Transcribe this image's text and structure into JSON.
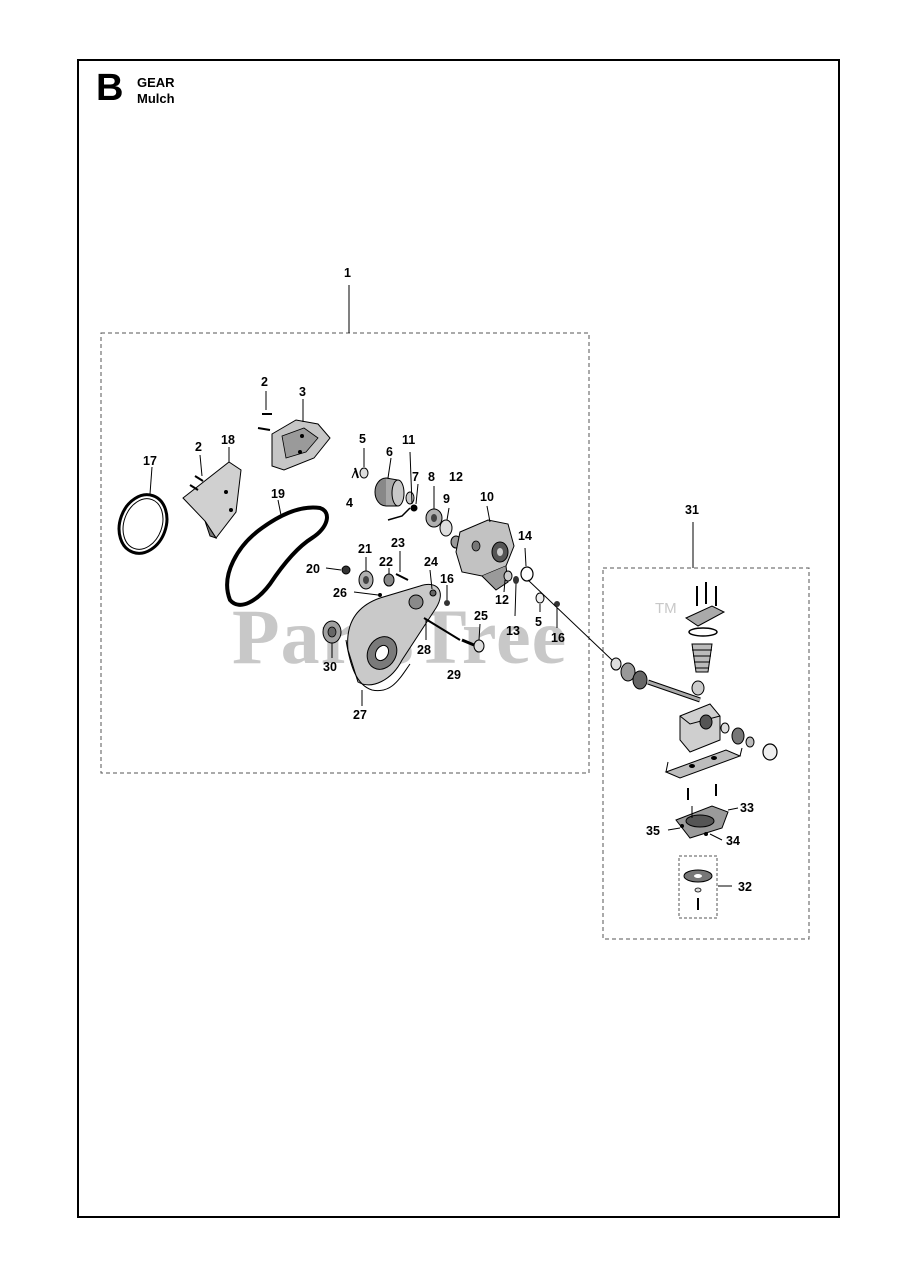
{
  "header": {
    "section_letter": "B",
    "title": "GEAR",
    "subtitle": "Mulch"
  },
  "watermark": {
    "text": "PartsTree",
    "trademark": "TM"
  },
  "callouts": {
    "c1": "1",
    "c2a": "2",
    "c2b": "2",
    "c3": "3",
    "c4": "4",
    "c5a": "5",
    "c5b": "5",
    "c6": "6",
    "c7": "7",
    "c8": "8",
    "c9": "9",
    "c10": "10",
    "c11": "11",
    "c12a": "12",
    "c12b": "12",
    "c13": "13",
    "c14": "14",
    "c16a": "16",
    "c16b": "16",
    "c17": "17",
    "c18": "18",
    "c19": "19",
    "c20": "20",
    "c21": "21",
    "c22": "22",
    "c23": "23",
    "c24": "24",
    "c25": "25",
    "c26": "26",
    "c27": "27",
    "c28": "28",
    "c29": "29",
    "c30": "30",
    "c31": "31",
    "c32": "32",
    "c33": "33",
    "c34": "34",
    "c35": "35"
  }
}
